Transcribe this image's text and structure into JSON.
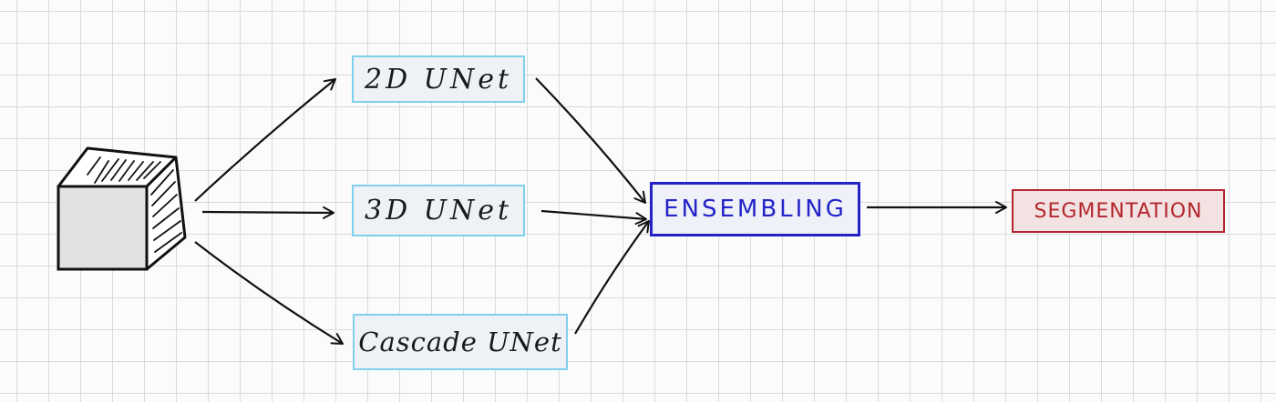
{
  "nodes": {
    "unet_2d": "2D UNet",
    "unet_3d": "3D UNet",
    "cascade_unet": "Cascade UNet",
    "ensembling": "ENSEMBLING",
    "segmentation": "SEGMENTATION"
  },
  "input_icon": "cube-icon",
  "edges": [
    {
      "from": "input",
      "to": "unet_2d"
    },
    {
      "from": "input",
      "to": "unet_3d"
    },
    {
      "from": "input",
      "to": "cascade_unet"
    },
    {
      "from": "unet_2d",
      "to": "ensembling"
    },
    {
      "from": "unet_3d",
      "to": "ensembling"
    },
    {
      "from": "cascade_unet",
      "to": "ensembling"
    },
    {
      "from": "ensembling",
      "to": "segmentation"
    }
  ],
  "colors": {
    "unet_border": "#7fd0ec",
    "ensembling": "#2424c8",
    "segmentation": "#b4262d"
  }
}
